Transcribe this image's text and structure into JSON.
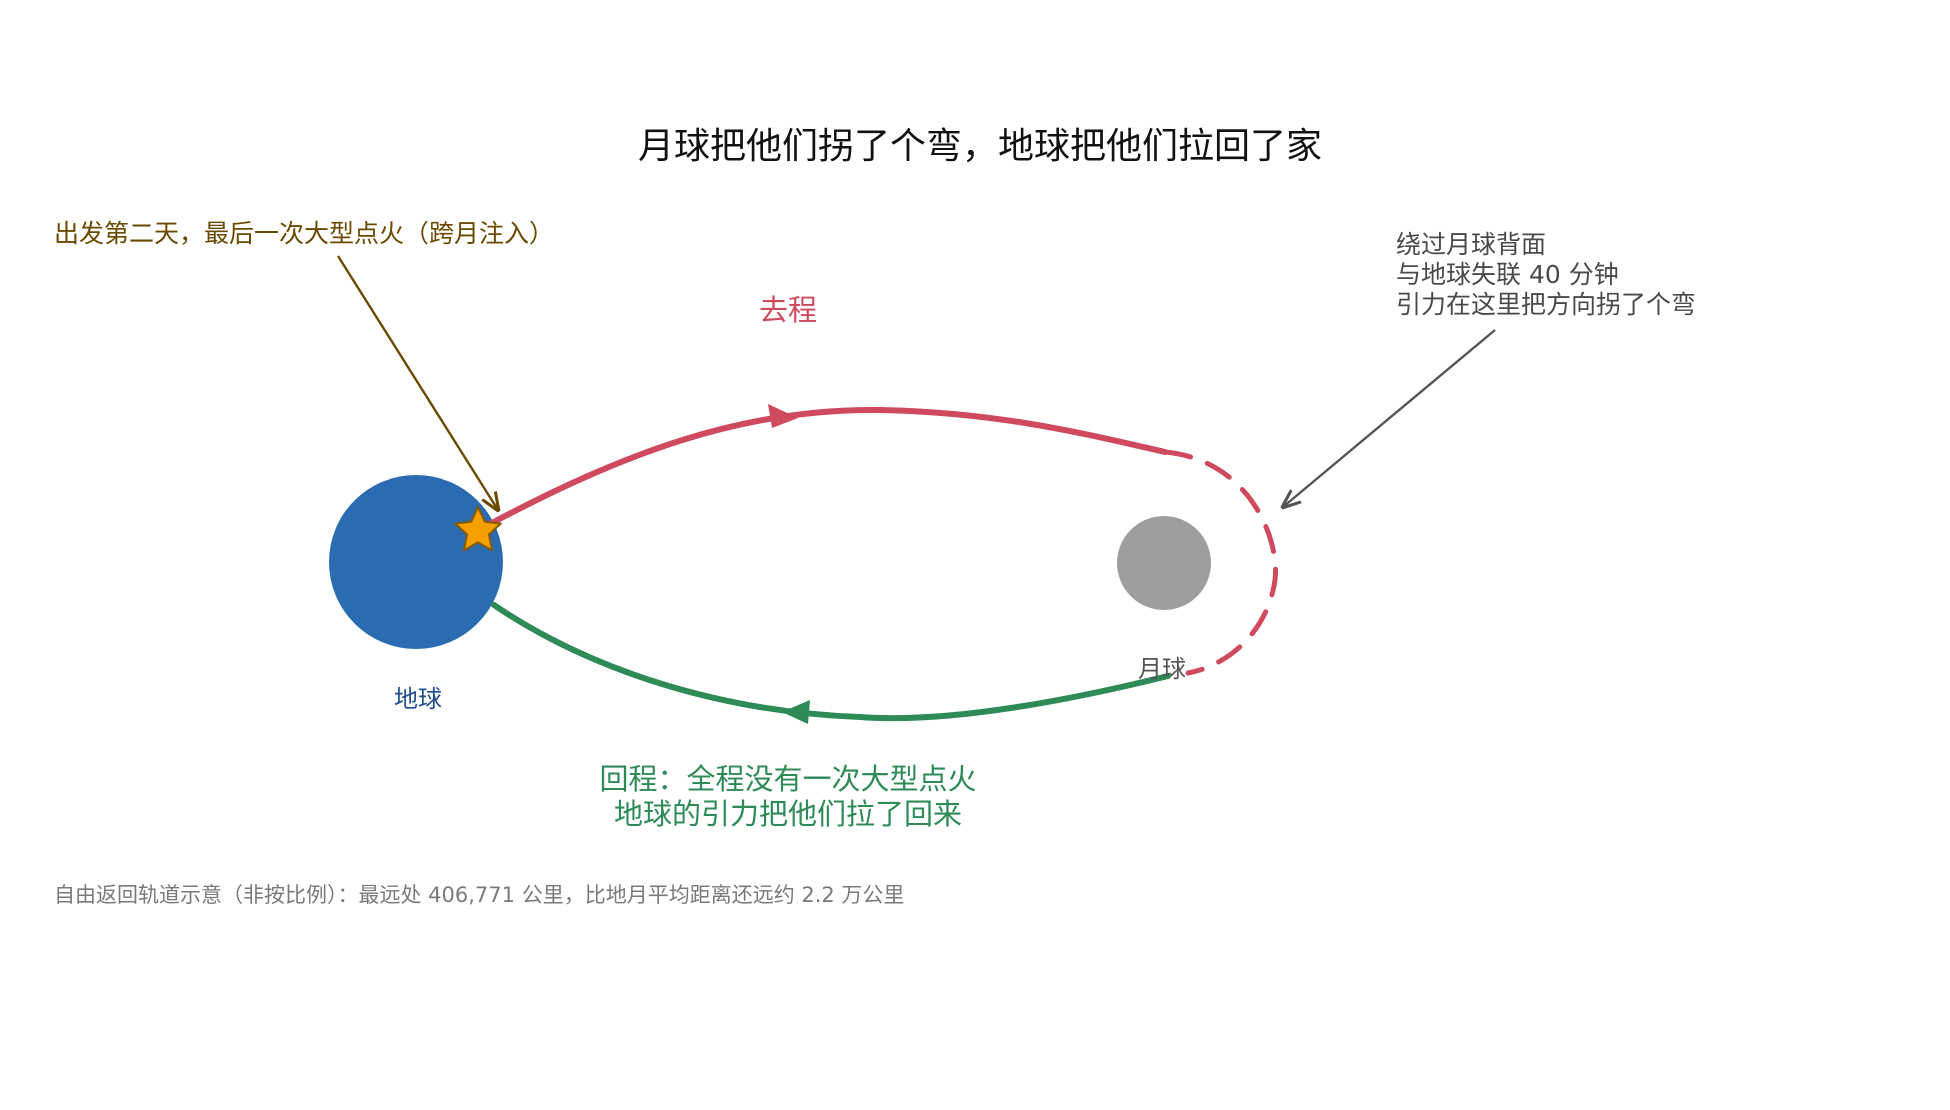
{
  "title": "月球把他们拐了个弯，地球把他们拉回了家",
  "labels": {
    "earth": "地球",
    "moon": "月球",
    "outbound": "去程",
    "tli_note": "出发第二天，最后一次大型点火（跨月注入）",
    "far_side_note": [
      "绕过月球背面",
      "与地球失联 40 分钟",
      "引力在这里把方向拐了个弯"
    ],
    "return_note": [
      "回程：全程没有一次大型点火",
      "地球的引力把他们拉了回来"
    ],
    "footnote": "自由返回轨道示意（非按比例）：最远处 406,771 公里，比地月平均距离还远约 2.2 万公里"
  },
  "icons": {
    "tli_marker": "star-icon"
  },
  "colors": {
    "earth": "#2b6cb0",
    "moon": "#9e9e9e",
    "outbound": "#d04a5f",
    "return": "#2e8b57",
    "tli_note": "#6b4a00",
    "far_side_note": "#4a4a4a",
    "earth_label": "#1f4e8c",
    "footnote": "#7a7a7a",
    "star_fill": "#f5a000",
    "star_stroke": "#8a5a00"
  }
}
